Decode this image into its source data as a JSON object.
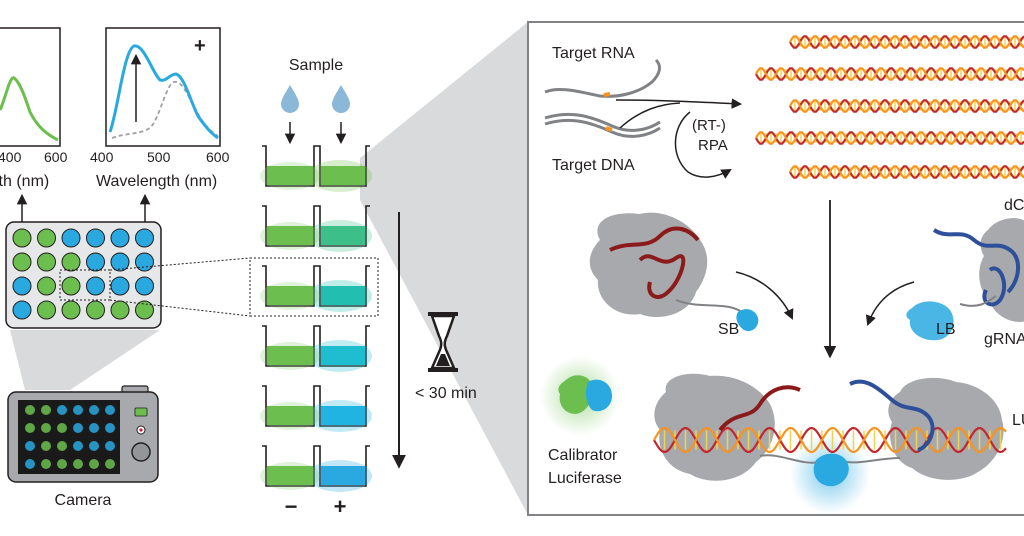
{
  "spectra": {
    "left": {
      "tick_left": "400",
      "tick_right": "600",
      "xlabel": "Wavelength (nm)"
    },
    "right": {
      "sign": "+",
      "tick_left": "400",
      "tick_mid": "500",
      "tick_right": "600",
      "xlabel": "Wavelength (nm)"
    }
  },
  "assay": {
    "sample_label": "Sample",
    "time_label": "< 30 min",
    "minus": "−",
    "plus": "+"
  },
  "device": {
    "camera_label": "Camera"
  },
  "mechanism": {
    "target_rna": "Target RNA",
    "target_dna": "Target DNA",
    "rpa_line1": "(RT-)",
    "rpa_line2": "RPA",
    "dc_label": "dC",
    "sb_label": "SB",
    "lb_label": "LB",
    "grna_label": "gRNA",
    "lu_label": "LU",
    "calibrator_line1": "Calibrator",
    "calibrator_line2": "Luciferase"
  },
  "colors": {
    "green": "#6cbf4f",
    "blue": "#29a9e0",
    "cyan": "#1fbdd0",
    "dna_red": "#c1272d",
    "dna_orange": "#f7931e",
    "protein": "#a7a9ac",
    "dark_red": "#8b1a1a",
    "dark_blue": "#2e4f9a"
  }
}
